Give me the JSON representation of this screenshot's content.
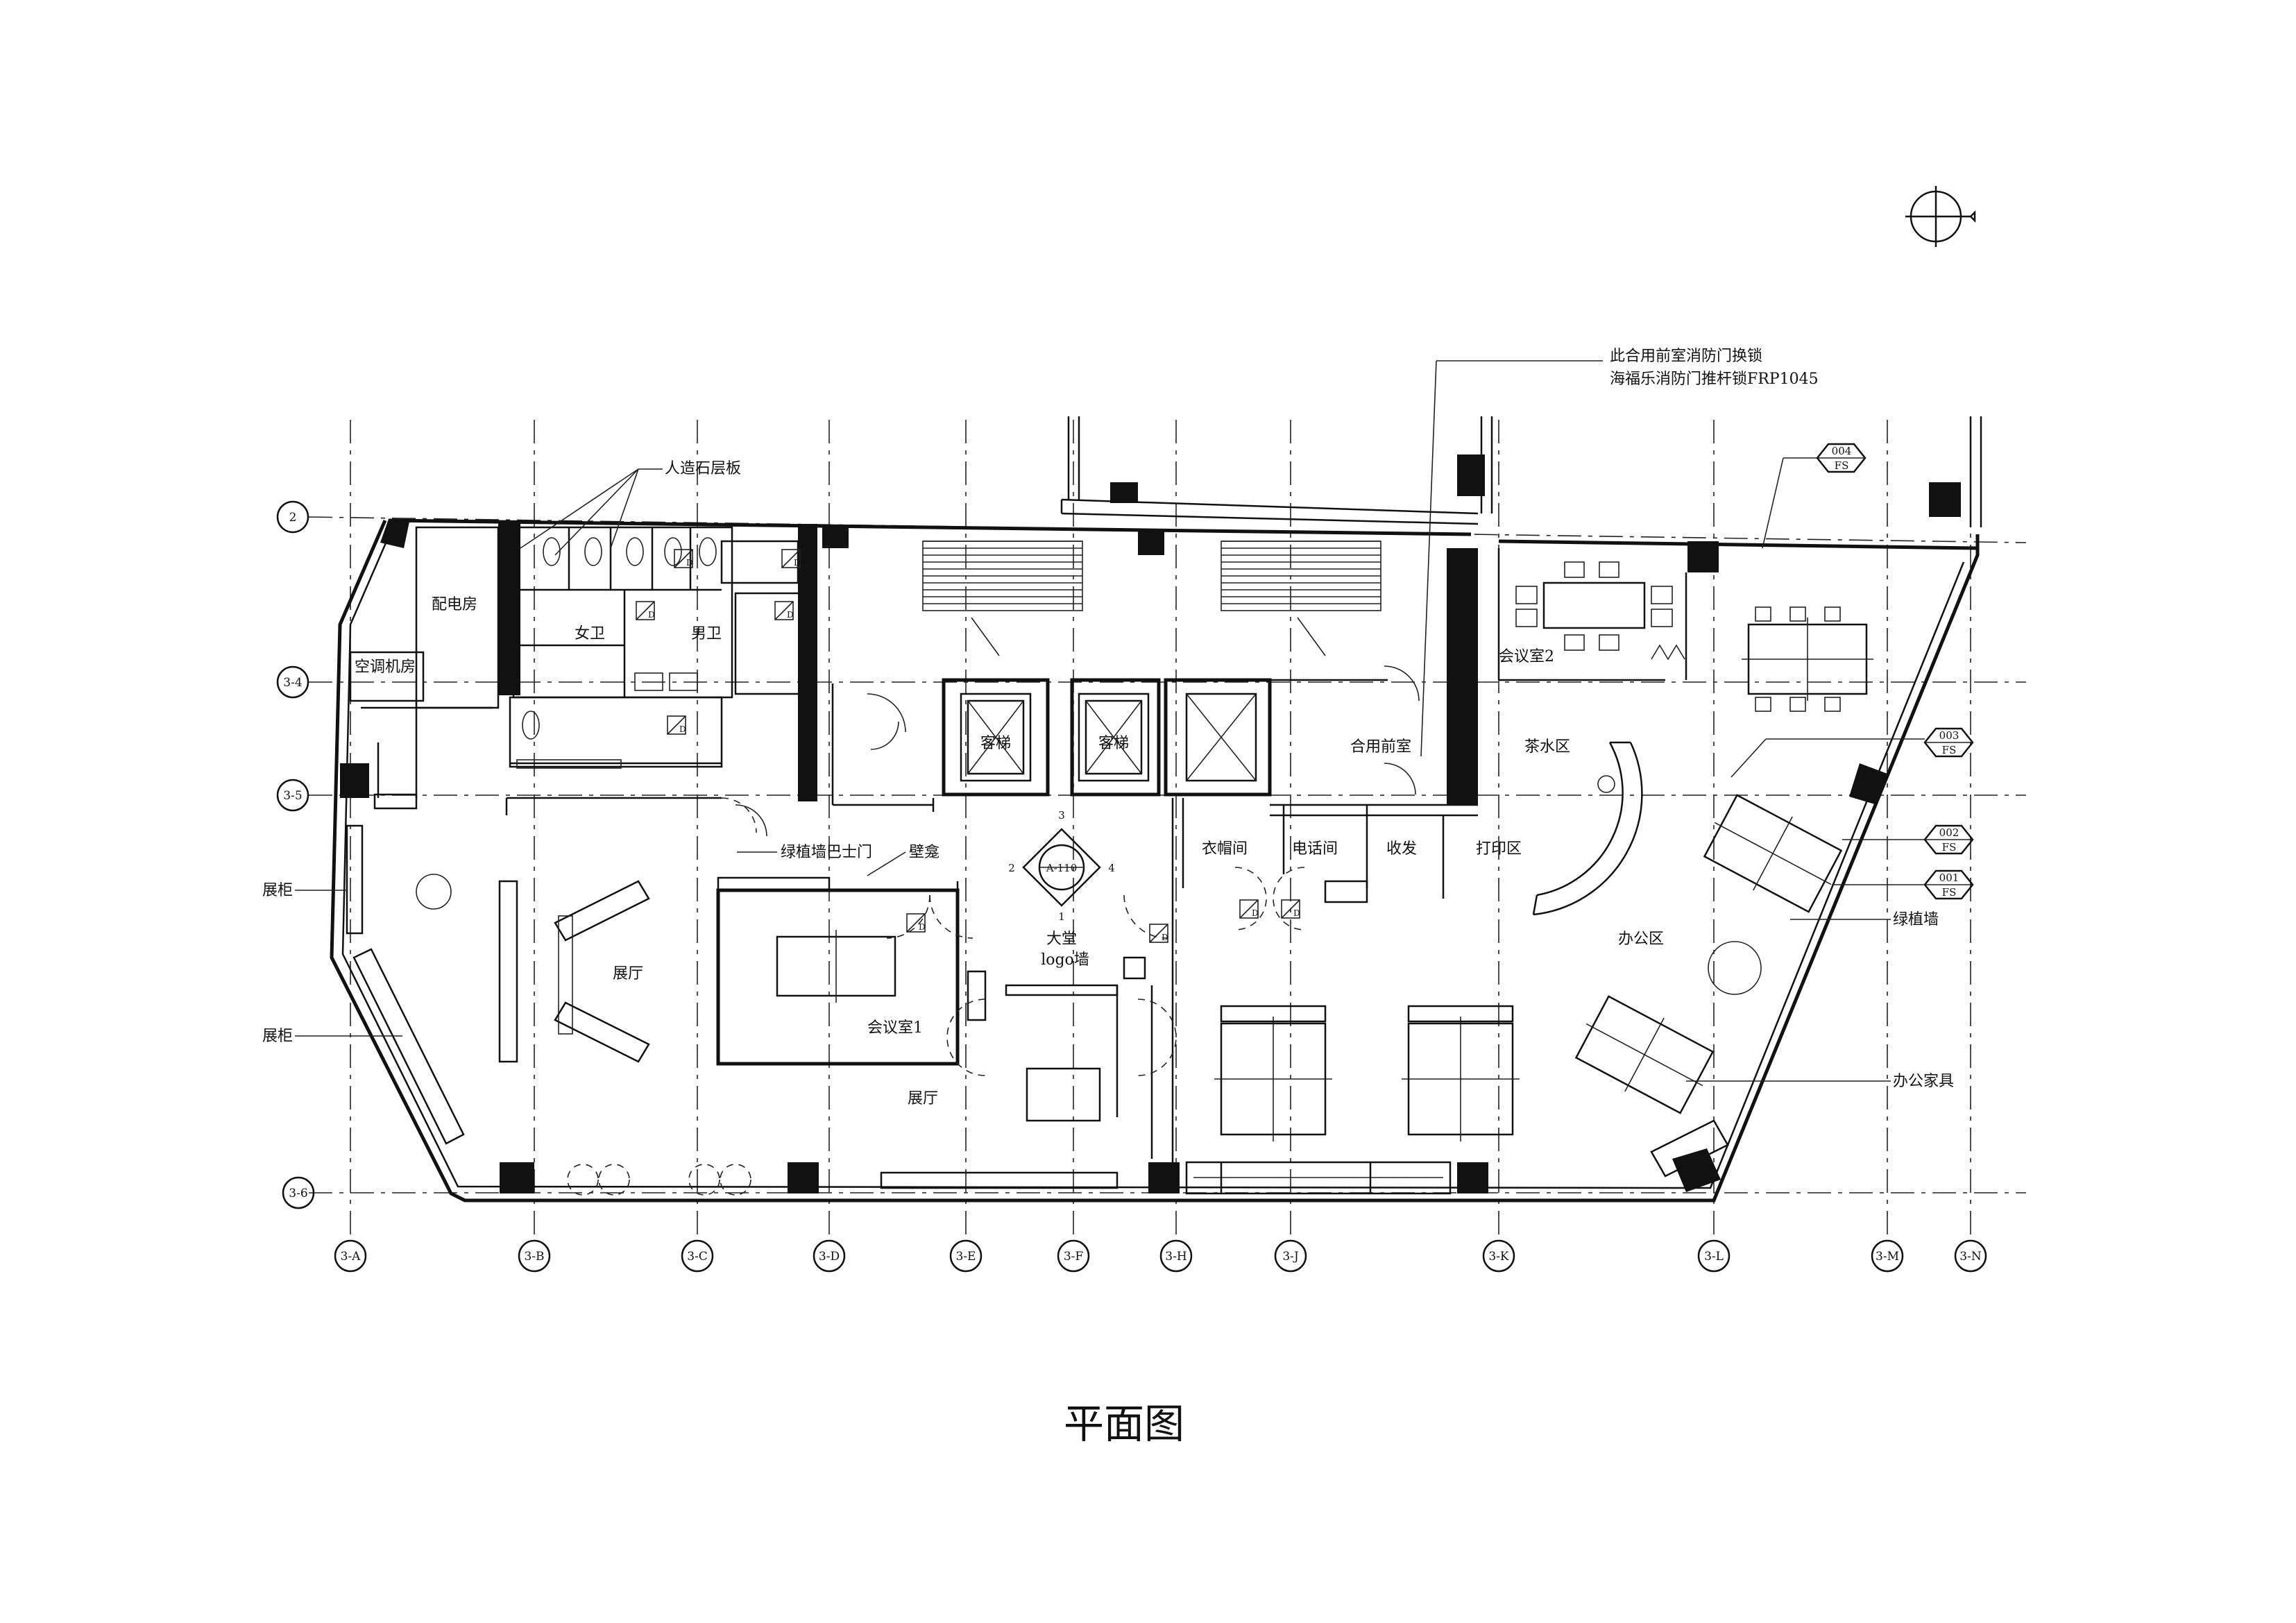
{
  "drawing_title": "平面图",
  "grid": {
    "columns": [
      "3-A",
      "3-B",
      "3-C",
      "3-D",
      "3-E",
      "3-F",
      "3-H",
      "3-J",
      "3-K",
      "3-L",
      "3-M",
      "3-N"
    ],
    "rows": [
      "2",
      "3-4",
      "3-5",
      "3-6"
    ]
  },
  "rooms": {
    "electrical_room": "配电房",
    "ac_room": "空调机房",
    "womens_wc": "女卫",
    "mens_wc": "男卫",
    "meeting_room_2": "会议室2",
    "tea_area": "茶水区",
    "shared_lobby": "合用前室",
    "cloakroom": "衣帽间",
    "phone_room": "电话间",
    "mailroom": "收发",
    "print_area": "打印区",
    "office_area": "办公区",
    "exhibition_hall": "展厅",
    "exhibition_hall_2": "展厅",
    "meeting_room_1": "会议室1",
    "lobby": "大堂",
    "logo_wall": "logo墙",
    "elevator_a": "客梯",
    "elevator_b": "客梯"
  },
  "annotations": {
    "stone_panel": "人造石层板",
    "green_wall_door": "绿植墙巴士门",
    "wall_bench": "壁龛",
    "display_cabinet_1": "展柜",
    "display_cabinet_2": "展柜",
    "green_wall": "绿植墙",
    "office_furniture": "办公家具",
    "fire_door_note_line1": "此合用前室消防门换锁",
    "fire_door_note_line2": "海福乐消防门推杆锁FRP1045"
  },
  "section_marker": {
    "ref": "A-110",
    "n1": "1",
    "n2": "2",
    "n3": "3",
    "n4": "4"
  },
  "elevation_tags": [
    {
      "code": "004",
      "sub": "FS"
    },
    {
      "code": "003",
      "sub": "FS"
    },
    {
      "code": "002",
      "sub": "FS"
    },
    {
      "code": "001",
      "sub": "FS"
    }
  ],
  "door_tag": "D"
}
